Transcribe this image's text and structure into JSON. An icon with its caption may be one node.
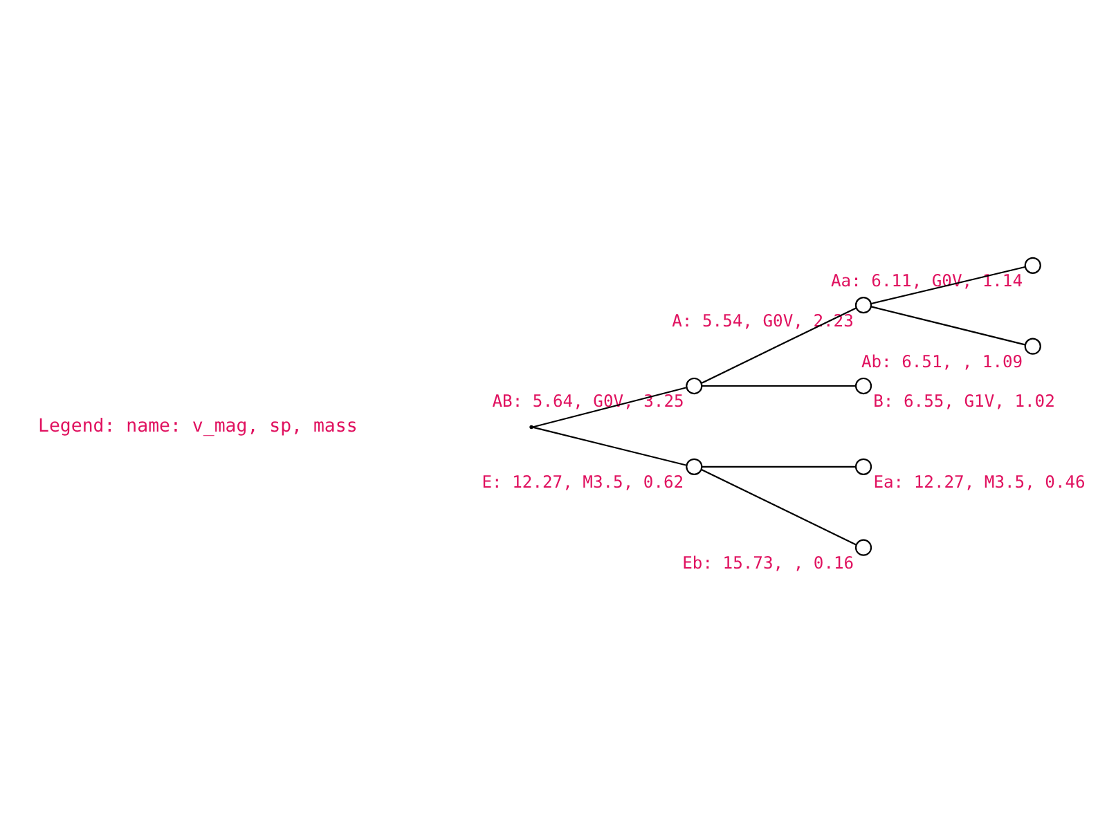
{
  "diagram": {
    "nodes": [
      {
        "text": [],
        "shape": "point"
      },
      {
        "text": [],
        "shape": "circle",
        "beside": [
          "AB: 5.64, G0V, 3.25"
        ]
      },
      {
        "text": [],
        "shape": "circle",
        "beside": [
          "A: 5.54, G0V, 2.23"
        ]
      },
      {
        "text": [],
        "shape": "circle",
        "beside": [
          "Aa: 6.11, G0V, 1.14"
        ]
      },
      {
        "text": [],
        "shape": "circle",
        "beside": [
          "Ab: 6.51, , 1.09"
        ]
      },
      {
        "text": [],
        "shape": "circle",
        "beside": [
          "B: 6.55, G1V, 1.02"
        ]
      },
      {
        "text": [],
        "shape": "circle",
        "beside": [
          "E: 12.27, M3.5, 0.62"
        ]
      },
      {
        "text": [],
        "shape": "circle",
        "beside": [
          "Ea: 12.27, M3.5, 0.46"
        ]
      },
      {
        "text": [],
        "shape": "circle",
        "beside": [
          "Eb: 15.73, , 0.16"
        ]
      }
    ],
    "edges": [
      {
        "from": 0,
        "to": 1,
        "arrow": "none"
      },
      {
        "from": 1,
        "to": 2,
        "arrow": "none"
      },
      {
        "from": 2,
        "to": 3,
        "arrow": "none"
      },
      {
        "from": 2,
        "to": 4,
        "arrow": "none"
      },
      {
        "from": 1,
        "to": 5,
        "arrow": "none"
      },
      {
        "from": 0,
        "to": 6,
        "arrow": "none"
      },
      {
        "from": 6,
        "to": 7,
        "arrow": "none"
      },
      {
        "from": 6,
        "to": 8,
        "arrow": "none"
      }
    ],
    "labels": [
      "Legend: name: v_mag, sp, mass"
    ]
  }
}
